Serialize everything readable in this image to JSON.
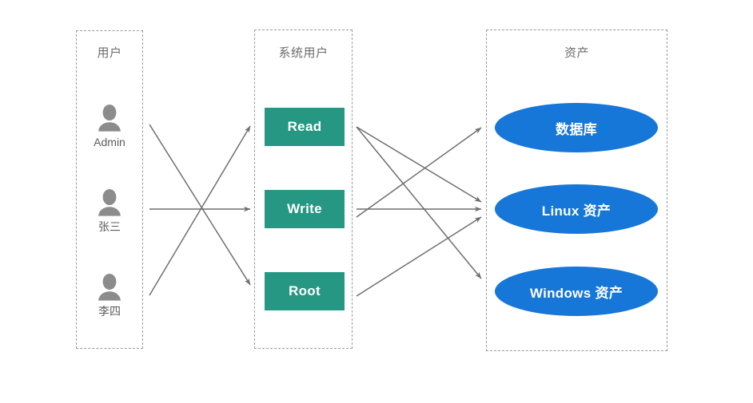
{
  "colors": {
    "background": "#ffffff",
    "group_border": "#9a9a9a",
    "group_title": "#6b6b6b",
    "user_icon": "#8c8c8c",
    "user_label": "#5c5c5c",
    "permission_box": "#269782",
    "asset_ellipse": "#1677d9",
    "edge": "#6e6e6e",
    "node_text": "#ffffff"
  },
  "groups": {
    "users": {
      "title": "用户"
    },
    "system_users": {
      "title": "系统用户"
    },
    "assets": {
      "title": "资产"
    }
  },
  "users": [
    {
      "id": "admin",
      "label": "Admin",
      "icon": "user-icon"
    },
    {
      "id": "zhangsan",
      "label": "张三",
      "icon": "user-icon"
    },
    {
      "id": "lisi",
      "label": "李四",
      "icon": "user-icon"
    }
  ],
  "system_users": [
    {
      "id": "read",
      "label": "Read"
    },
    {
      "id": "write",
      "label": "Write"
    },
    {
      "id": "root",
      "label": "Root"
    }
  ],
  "assets": [
    {
      "id": "database",
      "label": "数据库"
    },
    {
      "id": "linux",
      "label": "Linux 资产"
    },
    {
      "id": "windows",
      "label": "Windows 资产"
    }
  ],
  "edges": [
    {
      "from": "admin",
      "to": "root"
    },
    {
      "from": "zhangsan",
      "to": "write"
    },
    {
      "from": "lisi",
      "to": "read"
    },
    {
      "from": "read",
      "to": "linux"
    },
    {
      "from": "read",
      "to": "windows"
    },
    {
      "from": "write",
      "to": "database"
    },
    {
      "from": "write",
      "to": "linux"
    },
    {
      "from": "root",
      "to": "linux"
    }
  ]
}
